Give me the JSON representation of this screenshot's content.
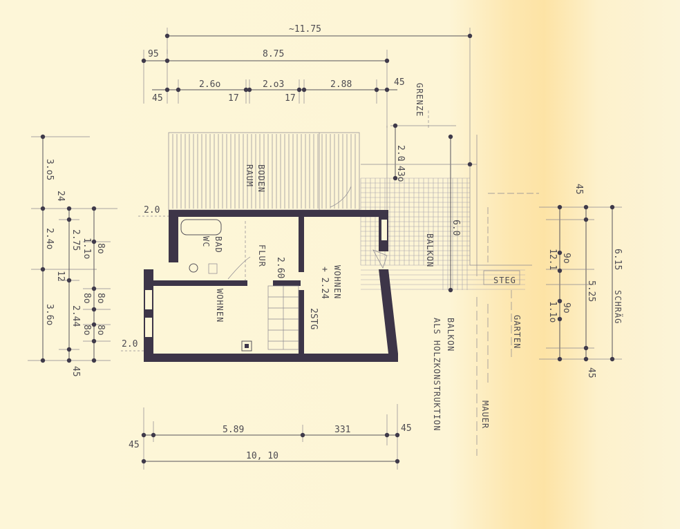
{
  "dimensions": {
    "top_total": "~11.75",
    "top_95": "95",
    "top_875": "8.75",
    "top_45_left": "45",
    "top_260": "2.6o",
    "top_17_a": "17",
    "top_203": "2.o3",
    "top_17_b": "17",
    "top_288": "2.88",
    "top_45_right": "45",
    "left_305": "3.o5",
    "left_24": "24",
    "left_240": "2.4o",
    "left_275": "2.75",
    "left_110": "1.1o",
    "left_80_a": "8o",
    "left_12": "12",
    "left_80_b": "8o",
    "left_80_c": "8o",
    "left_244": "2.44",
    "left_360": "3.6o",
    "left_80_d": "8o",
    "left_80_e": "8o",
    "left_45": "45",
    "level_top": "2.0",
    "level_bottom": "2.0",
    "bottom_589": "5.89",
    "bottom_331": "331",
    "bottom_45_right": "45",
    "bottom_45_left": "45",
    "bottom_1010": "10, 10",
    "right_45_top": "45",
    "right_615": "6.15",
    "right_schraeg": "SCHRÄG",
    "right_121": "12.1",
    "right_90_a": "9o",
    "right_525": "5.25",
    "right_90_b": "9o",
    "right_110": "1.1o",
    "right_45_bottom": "45",
    "balkon_20": "2.0",
    "balkon_430": "43o",
    "balkon_60": "6.0",
    "flur_260": "2.60",
    "steps": "2STG"
  },
  "labels": {
    "grenze": "GRENZE",
    "bodenraum_1": "BODEN",
    "bodenraum_2": "RAUM",
    "bad": "BAD",
    "wc": "WC",
    "flur": "FLUR",
    "wohnen_upper": "WOHNEN",
    "wohnen_level": "+ 2.24",
    "wohnen_lower": "WOHNEN",
    "balkon": "BALKON",
    "steg": "STEG",
    "balkon_holz_1": "BALKON",
    "balkon_holz_2": "ALS HOLZKONSTRUKTION",
    "garten": "GARTEN",
    "mauer": "MAUER"
  }
}
